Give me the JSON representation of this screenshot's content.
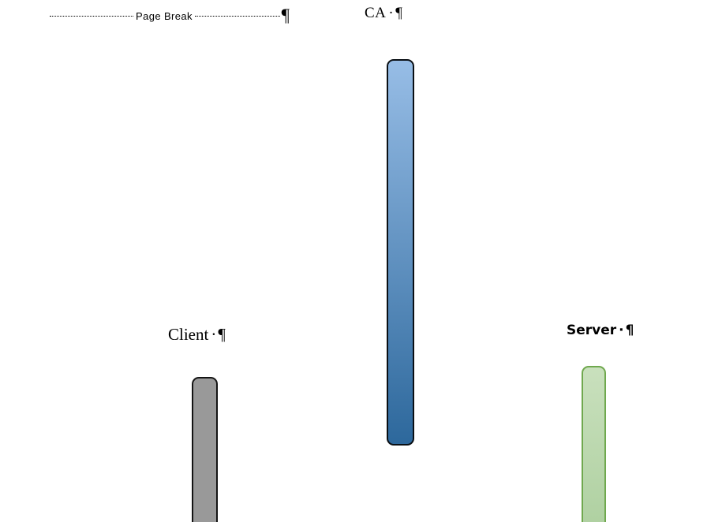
{
  "colors": {
    "background": "#ffffff",
    "text": "#000000",
    "ca-fill-top": "#97bde6",
    "ca-fill-bottom": "#2d689c",
    "ca-border": "#0a0f14",
    "client-fill": "#999999",
    "client-border": "#141414",
    "server-fill-top": "#c9e0bd",
    "server-fill-bottom": "#aed0a0",
    "server-border": "#6fa84e"
  },
  "page_break": {
    "label": "Page Break",
    "pilcrow": "¶"
  },
  "labels": {
    "ca": {
      "text": "CA",
      "space_mark": "·",
      "pilcrow": "¶"
    },
    "client": {
      "text": "Client",
      "space_mark": "·",
      "pilcrow": "¶"
    },
    "server": {
      "text": "Server",
      "space_mark": "·",
      "pilcrow": "¶"
    }
  }
}
